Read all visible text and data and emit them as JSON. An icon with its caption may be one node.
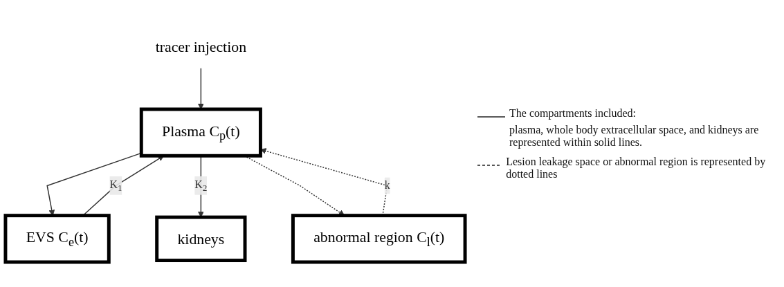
{
  "diagram": {
    "nodes": [
      {
        "text": [
          "tracer injection"
        ]
      },
      {
        "text": [
          "Plasma C$_{p}$(t)"
        ]
      },
      {
        "text": [
          "EVS C$_{e}$(t)"
        ]
      },
      {
        "text": [
          "kidneys"
        ]
      },
      {
        "text": [
          "abnormal region C$_{l}$(t)"
        ]
      }
    ],
    "edges": [
      {
        "from": 0,
        "to": 1,
        "arrow": "to"
      },
      {
        "from": 2,
        "to": 1,
        "arrow": "to",
        "label": "K$_{1}$"
      },
      {
        "from": 1,
        "to": 2,
        "arrow": "to"
      },
      {
        "from": 1,
        "to": 3,
        "arrow": "to",
        "label": "K$_{2}$"
      },
      {
        "from": 4,
        "to": 1,
        "arrow": "to",
        "style": "dashed",
        "label": "k"
      },
      {
        "from": 1,
        "to": 4,
        "arrow": "to",
        "style": "dashed"
      }
    ],
    "labels": [
      "plasma, whole body extracellular space, and kidneys are represented within solid lines."
    ],
    "legend": [
      {
        "text": "The compartments included:"
      },
      {
        "text": "Lesion leakage space or abnormal region is represented by dotted lines"
      }
    ]
  }
}
